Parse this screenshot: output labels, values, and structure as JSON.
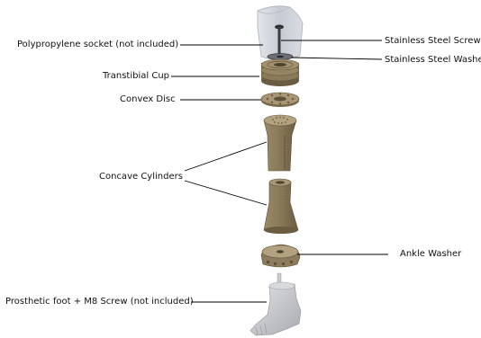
{
  "labels": {
    "socket": "Polypropylene socket (not included)",
    "screw": "Stainless Steel Screw",
    "washer": "Stainless Steel Washer",
    "cup": "Transtibial Cup",
    "disc": "Convex Disc",
    "cylinders": "Concave Cylinders",
    "ankle_washer": "Ankle Washer",
    "foot": "Prosthetic foot + M8 Screw (not included)"
  },
  "colors": {
    "part": "#8c7b5c",
    "part_dark": "#5e5138",
    "part_light": "#b3a27f",
    "socket": "#c9ced6",
    "foot": "#c4c6ca",
    "leader": "#000000"
  }
}
